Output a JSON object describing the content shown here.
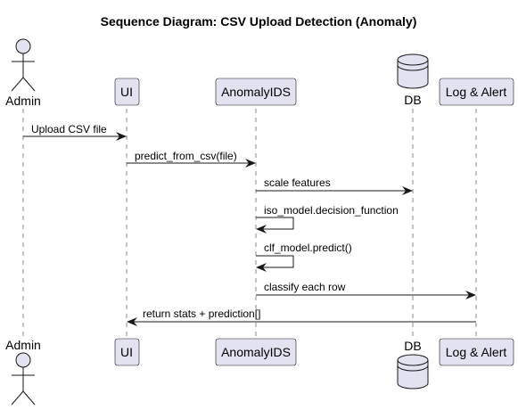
{
  "title": "Sequence Diagram: CSV Upload Detection (Anomaly)",
  "participants": [
    {
      "id": "admin",
      "label": "Admin",
      "kind": "actor"
    },
    {
      "id": "ui",
      "label": "UI",
      "kind": "participant"
    },
    {
      "id": "anomalyids",
      "label": "AnomalyIDS",
      "kind": "participant"
    },
    {
      "id": "db",
      "label": "DB",
      "kind": "database"
    },
    {
      "id": "logalert",
      "label": "Log & Alert",
      "kind": "participant"
    }
  ],
  "messages": [
    {
      "from": "admin",
      "to": "ui",
      "label": "Upload CSV file"
    },
    {
      "from": "ui",
      "to": "anomalyids",
      "label": "predict_from_csv(file)"
    },
    {
      "from": "anomalyids",
      "to": "db",
      "label": "scale features"
    },
    {
      "from": "anomalyids",
      "to": "anomalyids",
      "label": "iso_model.decision_function"
    },
    {
      "from": "anomalyids",
      "to": "anomalyids",
      "label": "clf_model.predict()"
    },
    {
      "from": "anomalyids",
      "to": "logalert",
      "label": "classify each row"
    },
    {
      "from": "logalert",
      "to": "ui",
      "label": "return stats + prediction[]"
    }
  ]
}
